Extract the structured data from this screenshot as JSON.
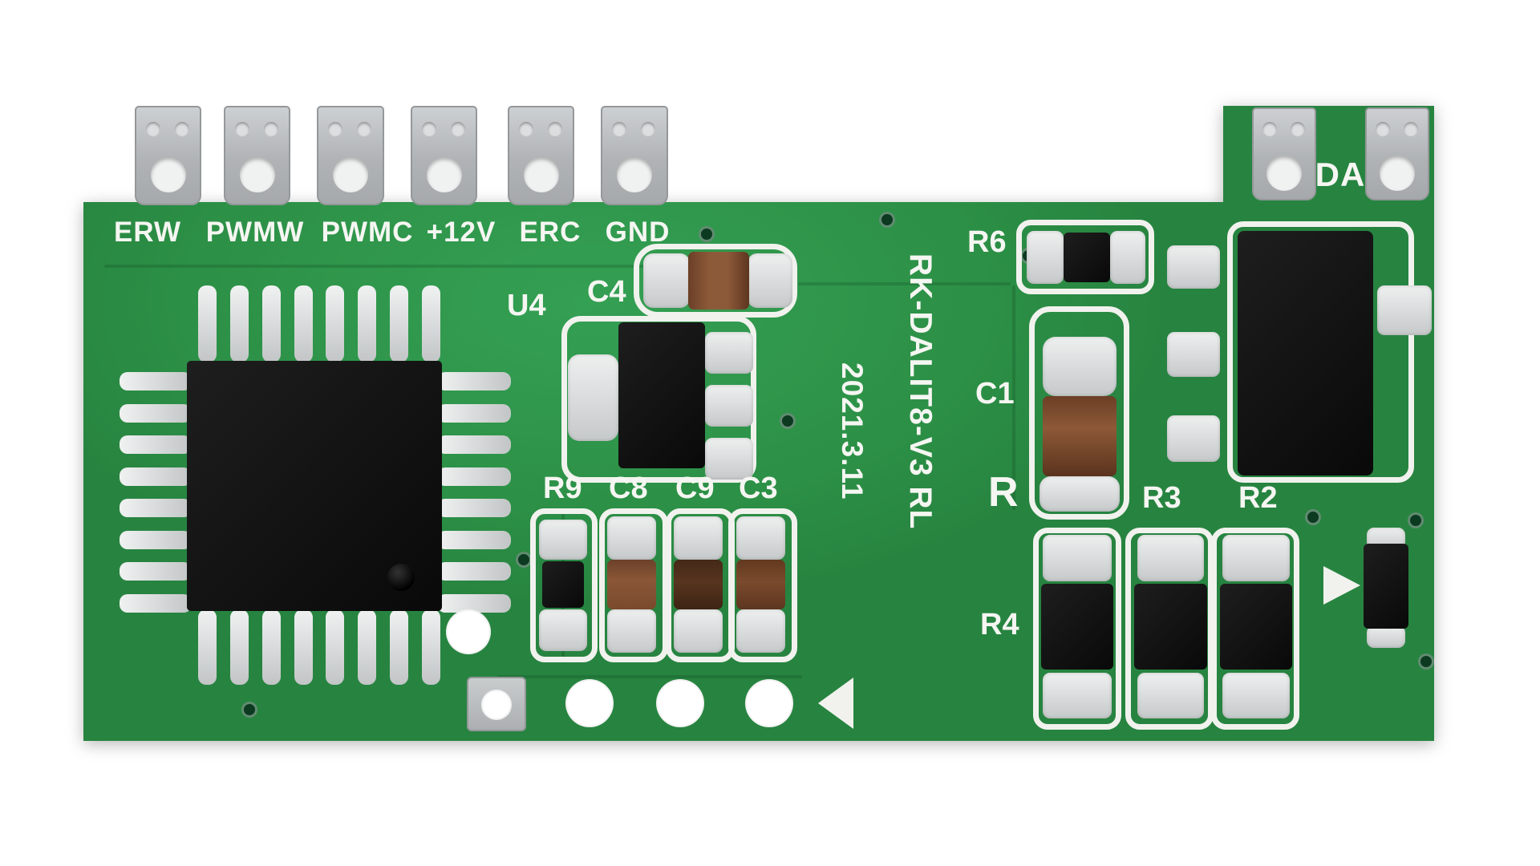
{
  "silkscreen": {
    "connector_labels": [
      "ERW",
      "PWMW",
      "PWMC",
      "+12V",
      "ERC",
      "GND"
    ],
    "da": "DA",
    "model": "RK-DALIT8-V3 RL",
    "date": "2021.3.11",
    "refs": {
      "u4": "U4",
      "c4": "C4",
      "r9": "R9",
      "c8": "C8",
      "c9": "C9",
      "c3": "C3",
      "r6": "R6",
      "c1": "C1",
      "r": "R",
      "r3": "R3",
      "r2": "R2",
      "r4": "R4"
    }
  },
  "colors": {
    "background": "#ffffff",
    "board_green": "#2c9046",
    "silkscreen_white": "#f5f6f2",
    "pad_silver": "#d7d9da",
    "connector_gray": "#b7babc",
    "component_black": "#121212",
    "capacitor_brown": "#8a5638",
    "capacitor_dark_brown": "#57351f"
  }
}
